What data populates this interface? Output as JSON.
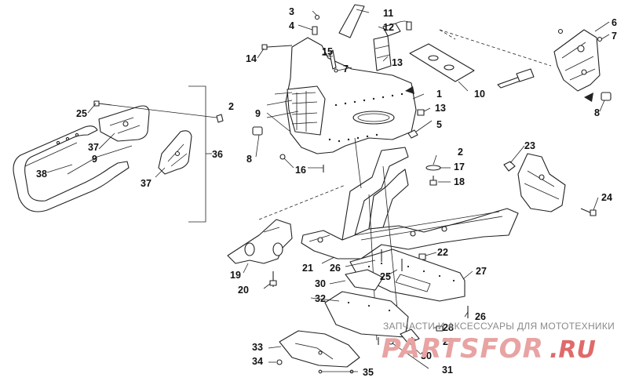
{
  "callouts": {
    "c1": "1",
    "c2a": "2",
    "c2b": "2",
    "c3": "3",
    "c4": "4",
    "c5": "5",
    "c6": "6",
    "c7a": "7",
    "c7b": "7",
    "c8a": "8",
    "c8b": "8",
    "c9a": "9",
    "c9b": "9",
    "c10": "10",
    "c11": "11",
    "c12": "12",
    "c13a": "13",
    "c13b": "13",
    "c14": "14",
    "c15": "15",
    "c16": "16",
    "c17": "17",
    "c18": "18",
    "c19": "19",
    "c20": "20",
    "c21": "21",
    "c22": "22",
    "c23": "23",
    "c24": "24",
    "c25a": "25",
    "c25b": "25",
    "c26a": "26",
    "c26b": "26",
    "c27": "27",
    "c28": "28",
    "c29": "29",
    "c30a": "30",
    "c30b": "30",
    "c31": "31",
    "c32": "32",
    "c33": "33",
    "c34": "34",
    "c35": "35",
    "c36": "36",
    "c37a": "37",
    "c37b": "37",
    "c38": "38"
  },
  "watermark": {
    "tagline": "ЗАПЧАСТИ И АКСЕССУАРЫ ДЛЯ МОТОТЕХНИКИ",
    "brand": "PARTSFOR",
    "domain": ".RU"
  },
  "colors": {
    "line": "#222222",
    "background": "#ffffff",
    "watermark_text": "#8a8a8a",
    "watermark_brand": "#e8a3a3",
    "watermark_domain": "#e06a6a"
  }
}
